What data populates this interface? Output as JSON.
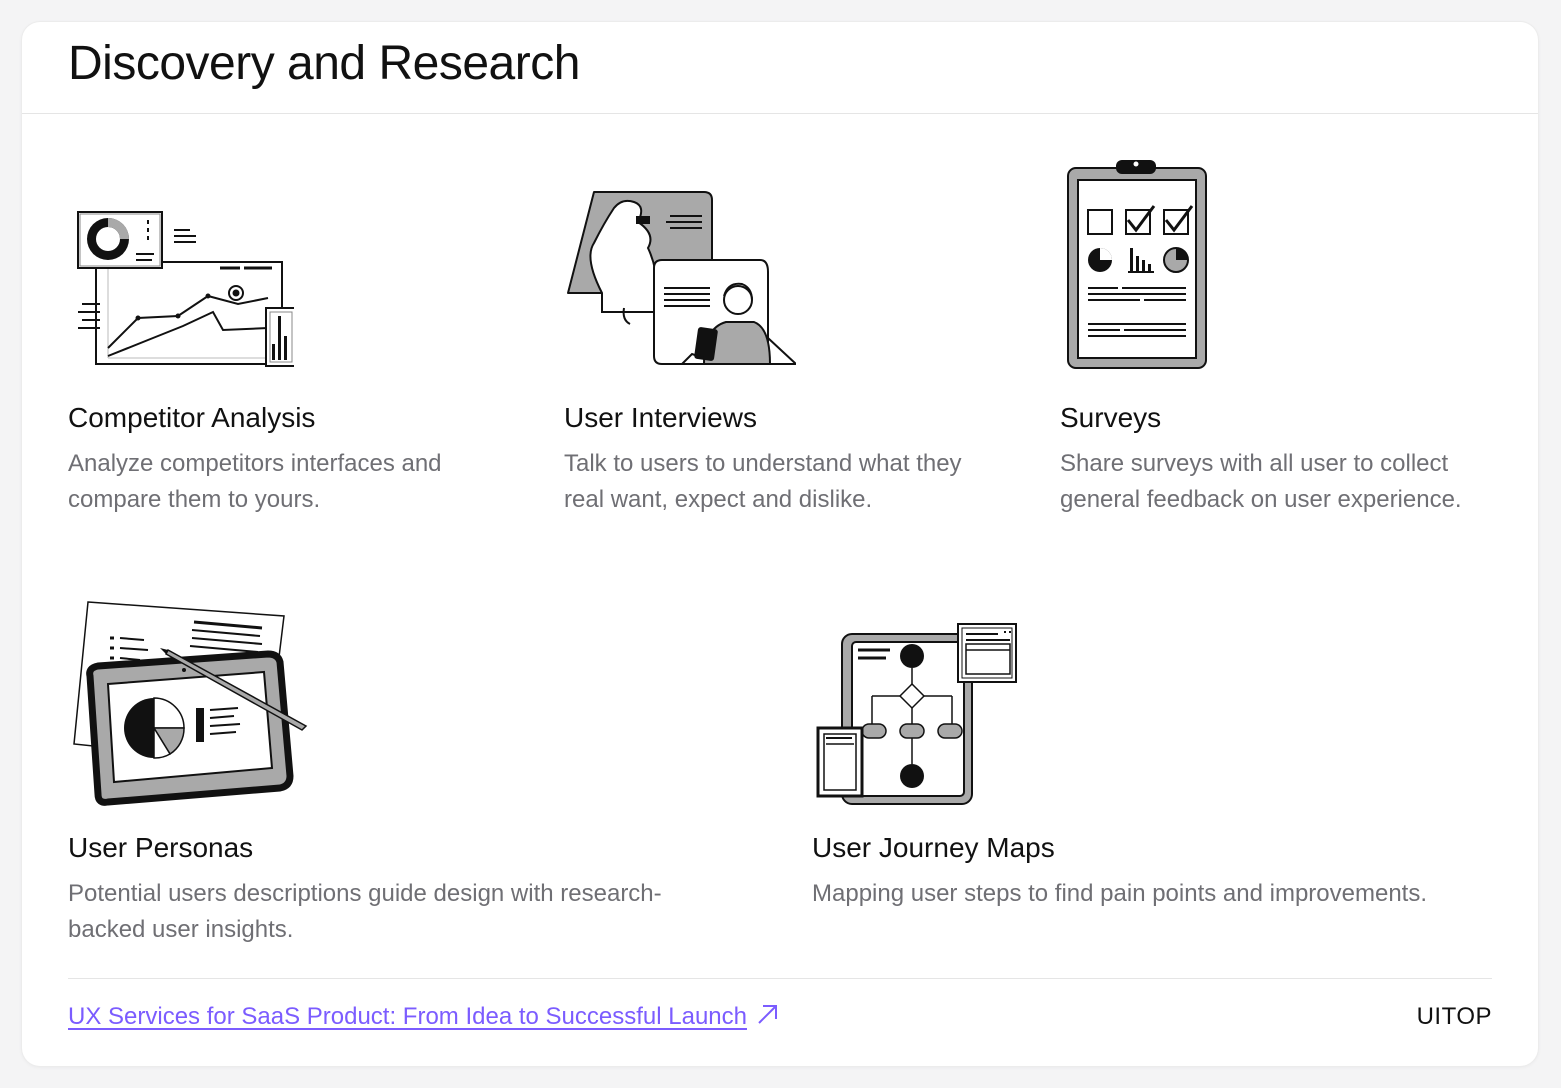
{
  "title": "Discovery and Research",
  "items": [
    {
      "title": "Competitor Analysis",
      "desc": "Analyze competitors interfaces and compare them to yours.",
      "icon": "competitor-analysis-illustration"
    },
    {
      "title": "User Interviews",
      "desc": "Talk to users to understand what they real want, expect and dislike.",
      "icon": "user-interviews-illustration"
    },
    {
      "title": "Surveys",
      "desc": "Share surveys with all user to collect general feedback on user experience.",
      "icon": "surveys-clipboard-illustration"
    },
    {
      "title": "User Personas",
      "desc": "Potential users descriptions guide design with research-backed user insights.",
      "icon": "user-personas-illustration"
    },
    {
      "title": "User Journey Maps",
      "desc": "Mapping user steps to find pain points and improvements.",
      "icon": "user-journey-map-illustration"
    }
  ],
  "footer": {
    "link_text": "UX Services for SaaS Product: From Idea to Successful Launch",
    "link_icon": "arrow-up-right-icon",
    "brand": "UITOP"
  },
  "colors": {
    "link": "#7b5cff",
    "description": "#6f6f74",
    "illustration_gray": "#a9a9a9",
    "divider": "#e5e5e5"
  }
}
